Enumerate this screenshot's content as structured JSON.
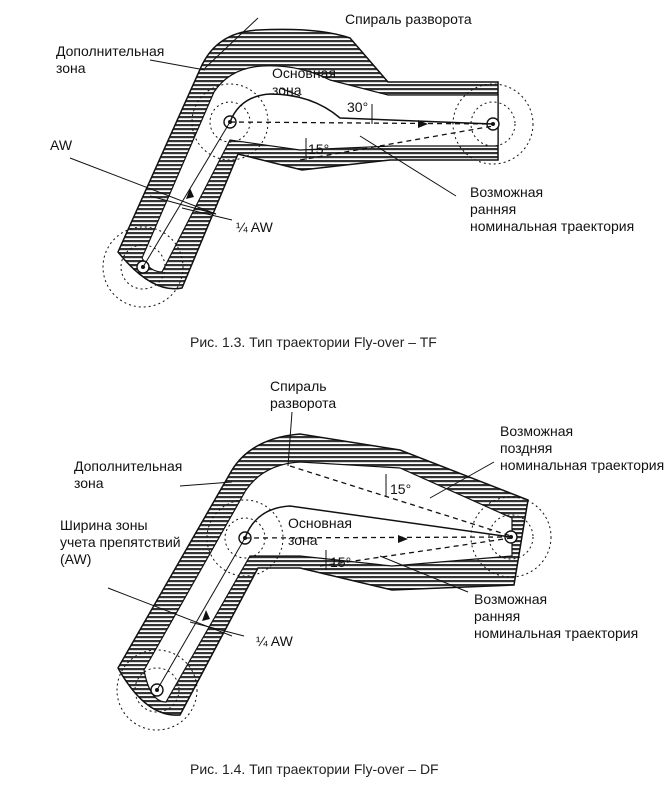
{
  "figure1": {
    "spiral_label": "Спираль разворота",
    "secondary_zone_label": "Дополнительная зона",
    "primary_zone_label": "Основная зона",
    "aw_label": "AW",
    "quarter_aw_label": "¼ AW",
    "angle_30_label": "30°",
    "angle_15_label": "15°",
    "early_track_label": "Возможная ранняя номинальная траектория",
    "caption": "Рис. 1.3. Тип траектории  Fly-over – TF"
  },
  "figure2": {
    "spiral_label": "Спираль разворота",
    "secondary_zone_label": "Дополнительная зона",
    "primary_zone_label": "Основная зона",
    "obstacle_width_label": "Ширина зоны учета препятствий (AW)",
    "quarter_aw_label": "¼ AW",
    "angle_15_top_label": "15°",
    "angle_15_bottom_label": "15°",
    "late_track_label": "Возможная поздняя номинальная траектория",
    "early_track_label": "Возможная ранняя номинальная траектория",
    "caption": "Рис. 1.4. Тип траектории  Fly-over – DF"
  }
}
